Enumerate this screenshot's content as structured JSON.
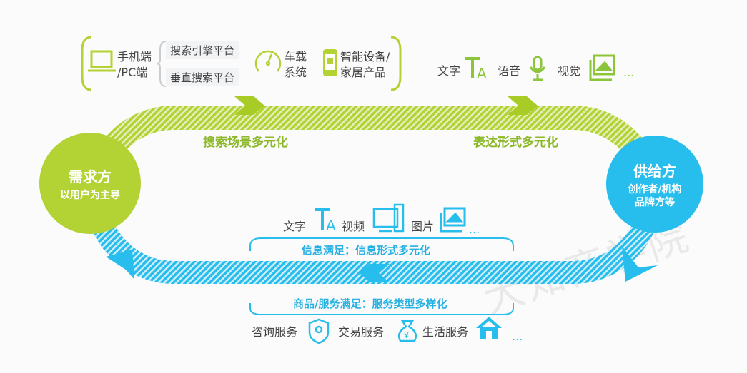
{
  "colors": {
    "green": "#b3d233",
    "blue": "#27bdec",
    "text": "#444444"
  },
  "demand": {
    "title": "需求方",
    "subtitle": "以用户为主导"
  },
  "supply": {
    "title": "供给方",
    "subtitle_line1": "创作者/机构",
    "subtitle_line2": "品牌方等"
  },
  "top_left_group": {
    "device": {
      "icon": "laptop-icon",
      "line1": "手机端",
      "line2": "/PC端"
    },
    "platforms": [
      "搜索引擎平台",
      "垂直搜索平台"
    ],
    "car": {
      "icon": "speedometer-icon",
      "line1": "车载",
      "line2": "系统"
    },
    "smart": {
      "icon": "smart-device-icon",
      "line1": "智能设备/",
      "line2": "家居产品"
    }
  },
  "top_right_group": {
    "items": [
      {
        "label": "文字",
        "icon": "text-icon"
      },
      {
        "label": "语音",
        "icon": "microphone-icon"
      },
      {
        "label": "视觉",
        "icon": "image-icon"
      }
    ],
    "more": "..."
  },
  "top_labels": {
    "left": "搜索场景多元化",
    "right": "表达形式多元化"
  },
  "info": {
    "items": [
      {
        "label": "文字",
        "icon": "text-icon"
      },
      {
        "label": "视频",
        "icon": "video-icon"
      },
      {
        "label": "图片",
        "icon": "image-icon"
      }
    ],
    "more": "...",
    "caption": "信息满足：信息形式多元化"
  },
  "goods": {
    "caption": "商品/服务满足：服务类型多样化",
    "items": [
      {
        "label": "咨询服务",
        "icon": "shield-user-icon"
      },
      {
        "label": "交易服务",
        "icon": "money-bag-icon"
      },
      {
        "label": "生活服务",
        "icon": "house-icon"
      }
    ],
    "more": "..."
  },
  "watermark": "大知商学院"
}
